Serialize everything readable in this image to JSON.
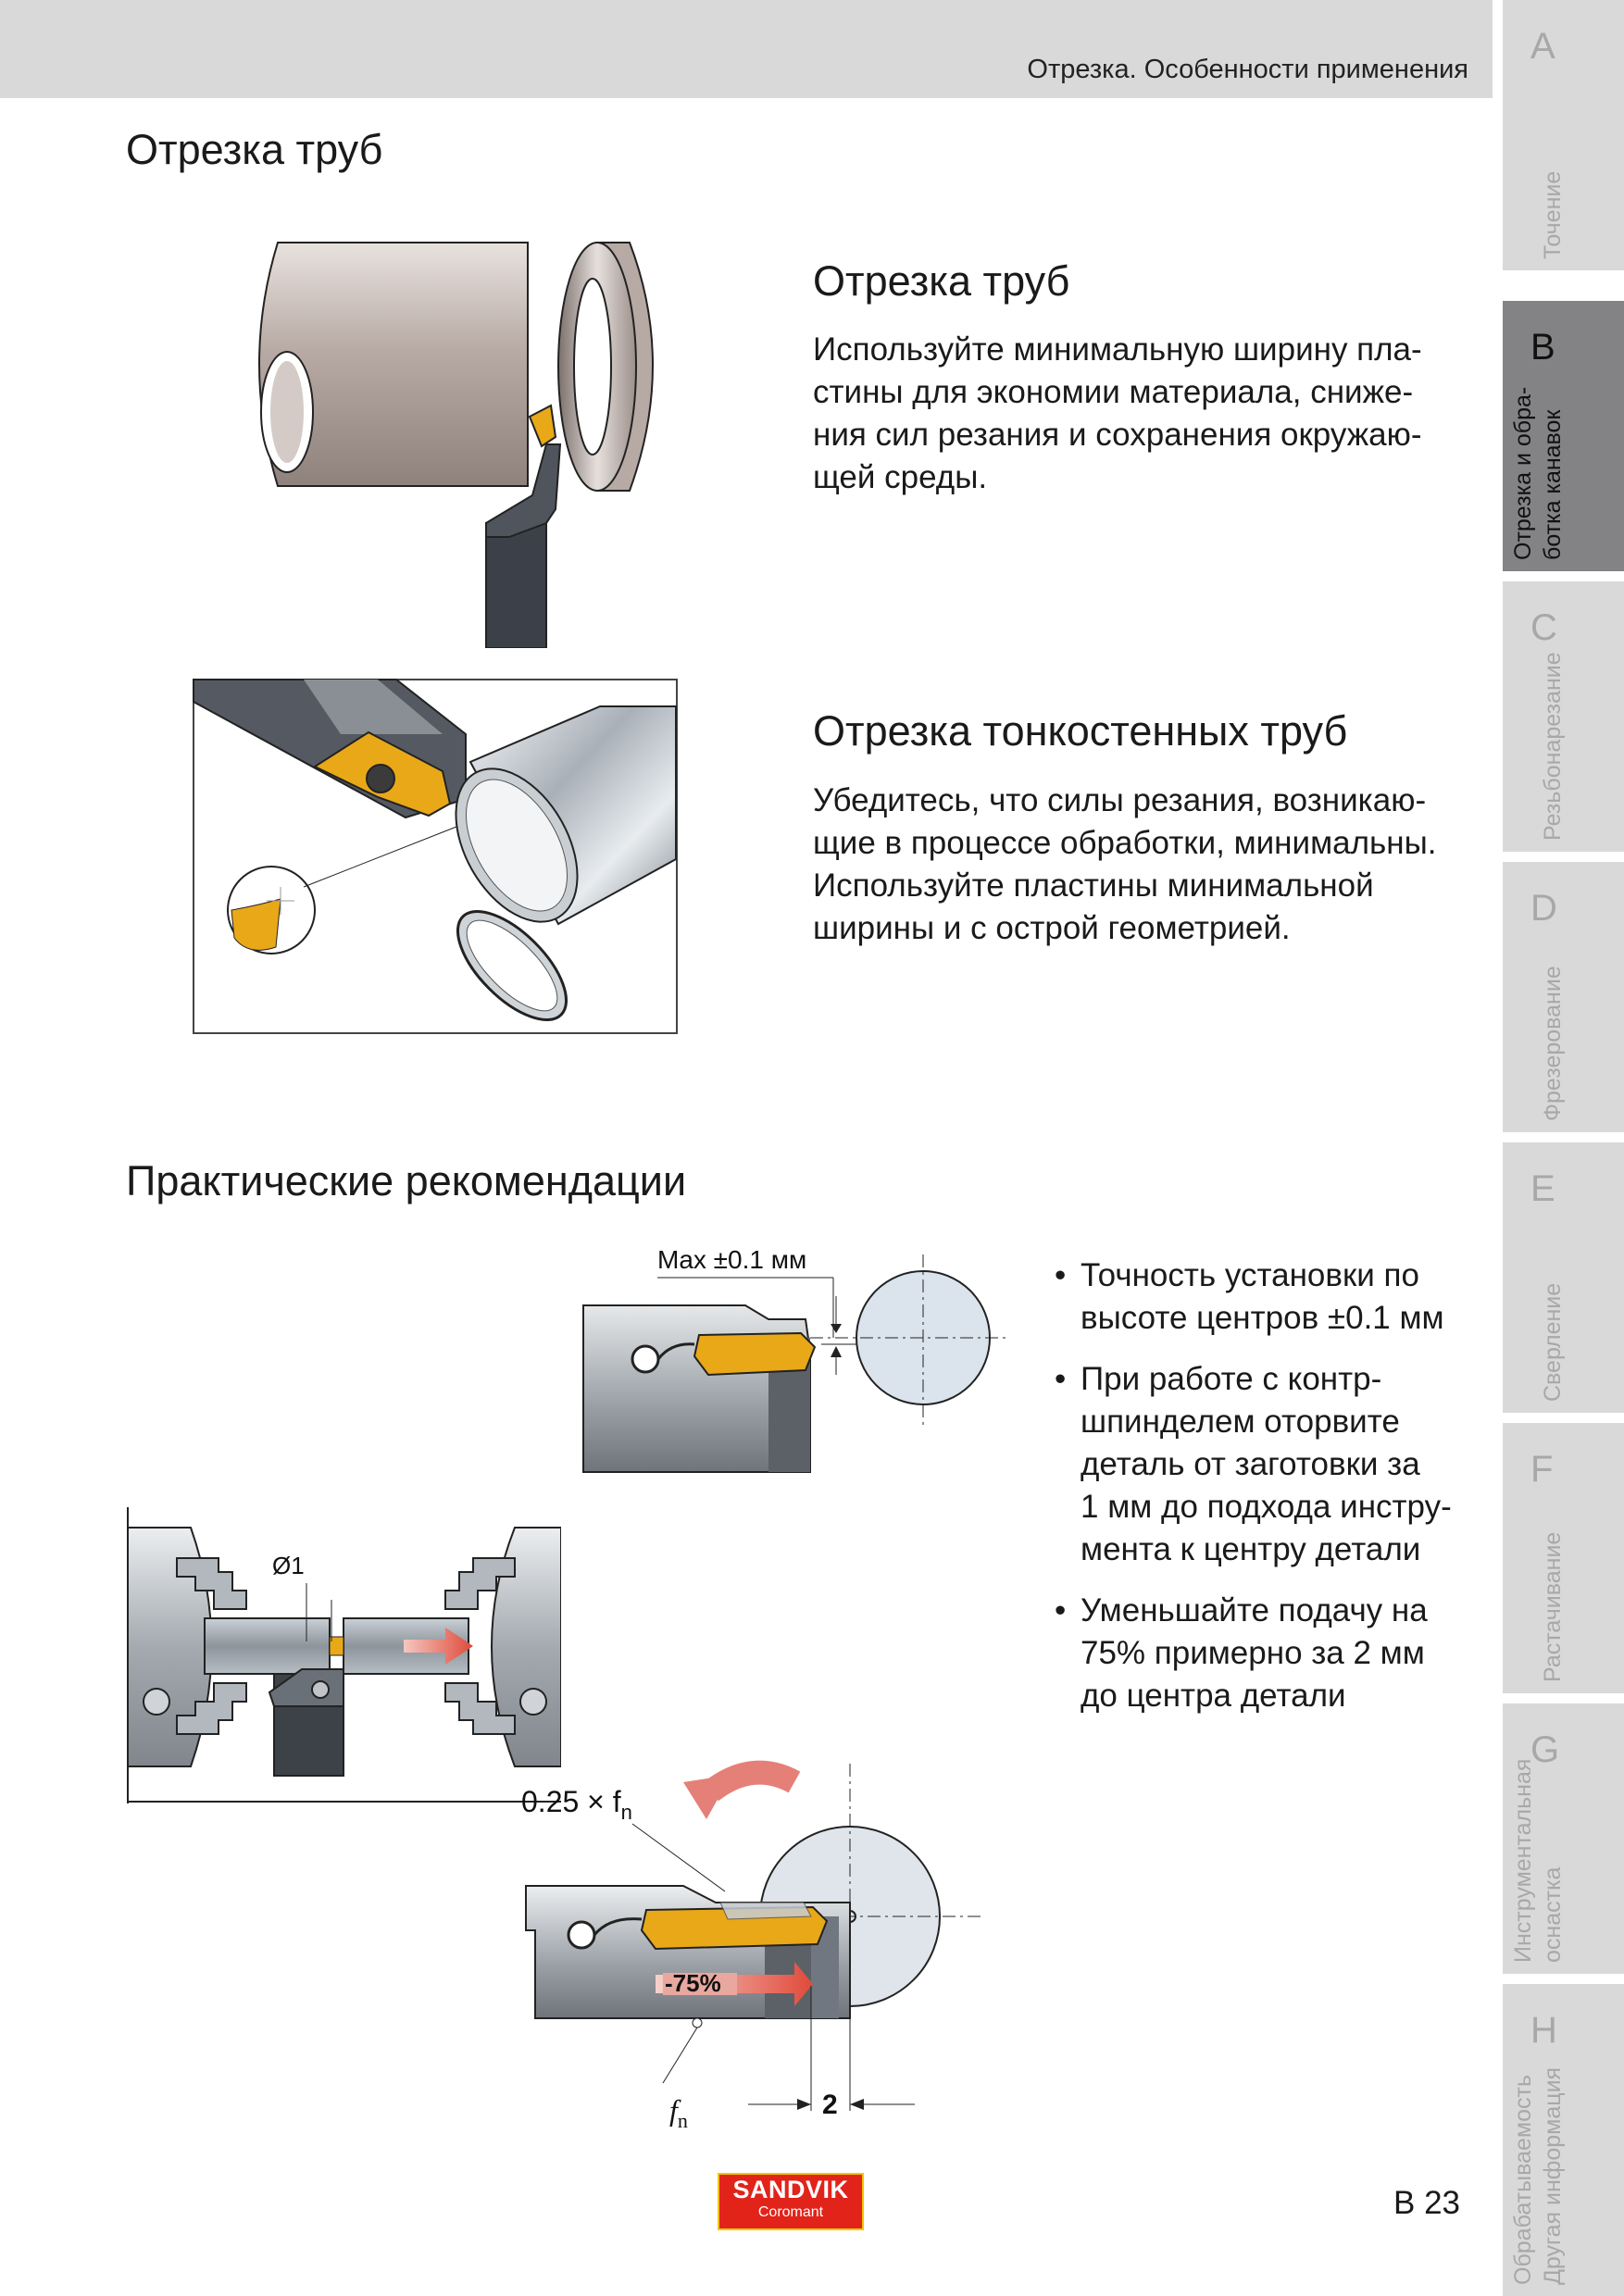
{
  "header": {
    "title": "Отрезка. Особенности применения"
  },
  "sidebar": {
    "tabs": [
      {
        "letter": "A",
        "label": "Точение",
        "active": false
      },
      {
        "letter": "B",
        "label": "Отрезка и обра-\nботка канавок",
        "active": true
      },
      {
        "letter": "C",
        "label": "Резьбонарезание",
        "active": false
      },
      {
        "letter": "D",
        "label": "Фрезерование",
        "active": false
      },
      {
        "letter": "E",
        "label": "Сверление",
        "active": false
      },
      {
        "letter": "F",
        "label": "Растачивание",
        "active": false
      },
      {
        "letter": "G",
        "label": "Инструментальная\nоснастка",
        "active": false
      },
      {
        "letter": "H",
        "label": "Обрабатываемость\nДругая информация",
        "active": false
      }
    ]
  },
  "main_title": "Отрезка труб",
  "section1": {
    "title": "Отрезка труб",
    "text": "Используйте минимальную ширину пла-\nстины для экономии материала, сниже-\nния сил резания и сохранения окружаю-\nщей среды."
  },
  "section2": {
    "title": "Отрезка тонкостенных труб",
    "text": "Убедитесь, что силы резания, возникаю-\nщие в процессе обработки, минимальны.\nИспользуйте пластины минимальной\nширины и с острой геометрией."
  },
  "practical": {
    "title": "Практические рекомендации",
    "bullets": [
      "Точность установки по\nвысоте центров ±0.1 мм",
      "При работе с контр-\nшпинделем оторвите\nдеталь от заготовки за\n1 мм до подхода инстру-\nмента к центру детали",
      "Уменьшайте подачу на\n75% примерно за 2 мм\nдо центра детали"
    ]
  },
  "figure_labels": {
    "max_tolerance": "Max ±0.1 мм",
    "diameter": "Ø1",
    "reduced_feed": "0.25 × f",
    "reduced_feed_sub": "n",
    "feed": "f",
    "feed_sub": "n",
    "minus_75": "-75%",
    "distance": "2"
  },
  "footer": {
    "page_number": "B 23",
    "logo_main": "SANDVIK",
    "logo_sub": "Coromant"
  },
  "colors": {
    "insert": "#e8a818",
    "band": "#d9d9da",
    "active_tab": "#838385",
    "logo_red": "#e2231a"
  }
}
